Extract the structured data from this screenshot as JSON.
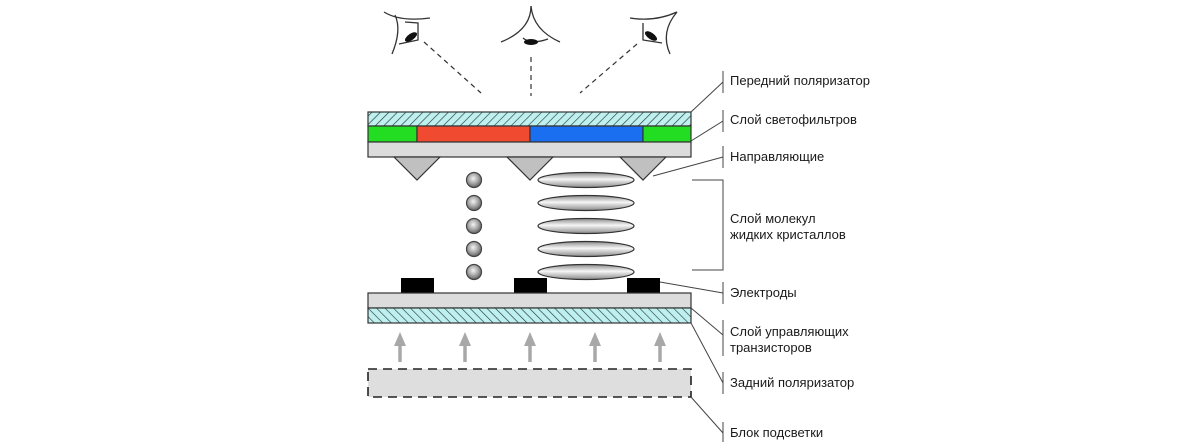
{
  "diagram": {
    "title": "LCD panel structure",
    "labels": {
      "front_polarizer": "Передний поляризатор",
      "color_filter_layer": "Слой светофильтров",
      "guides": "Направляющие",
      "liquid_crystal_layer_line1": "Слой молекул",
      "liquid_crystal_layer_line2": "жидких кристаллов",
      "electrodes": "Электроды",
      "transistor_layer_line1": "Слой управляющих",
      "transistor_layer_line2": "транзисторов",
      "rear_polarizer": "Задний поляризатор",
      "backlight_unit": "Блок подсветки"
    },
    "color_filters": [
      {
        "name": "green",
        "color": "#22dd22"
      },
      {
        "name": "red",
        "color": "#f04a30"
      },
      {
        "name": "blue",
        "color": "#1a6ef0"
      },
      {
        "name": "green",
        "color": "#22dd22"
      }
    ],
    "colors": {
      "polarizer_fill": "#bff0f0",
      "substrate_fill": "#dcdcdc",
      "guide_fill": "#c0c0c0",
      "electrode_fill": "#000000",
      "arrow_color": "#a8a8a8",
      "backlight_fill": "#dedede"
    },
    "counts": {
      "viewers": 3,
      "guides": 3,
      "twisted_molecules": 5,
      "aligned_molecules": 5,
      "electrodes": 3,
      "light_arrows": 5
    }
  }
}
